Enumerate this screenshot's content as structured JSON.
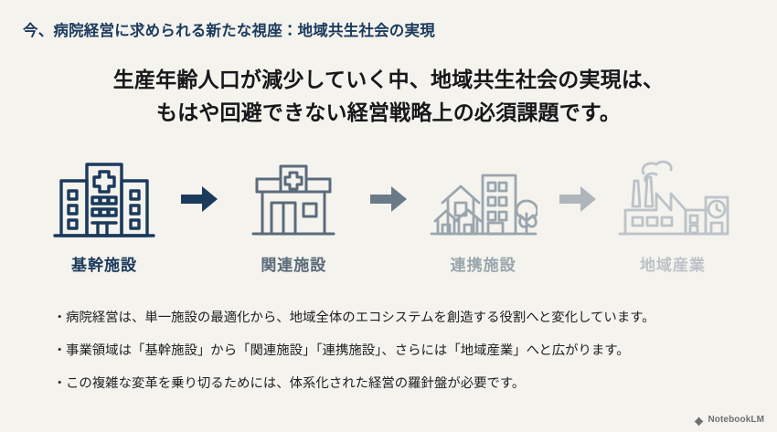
{
  "slide": {
    "title": "今、病院経営に求められる新たな視座：地域共生社会の実現",
    "headline_line1": "生産年齢人口が減少していく中、地域共生社会の実現は、",
    "headline_line2": "もはや回避できない経営戦略上の必須課題です。",
    "background_color": "#f4f3ee",
    "title_color": "#1b3a5c",
    "headline_color": "#16181a"
  },
  "flow": {
    "steps": [
      {
        "label": "基幹施設",
        "icon": "hospital-icon",
        "color": "#1b3a5c"
      },
      {
        "label": "関連施設",
        "icon": "clinic-icon",
        "color": "#5b6b7a"
      },
      {
        "label": "連携施設",
        "icon": "community-houses-icon",
        "color": "#9aa5ad"
      },
      {
        "label": "地域産業",
        "icon": "factory-icon",
        "color": "#bcc3c8"
      }
    ],
    "arrows": [
      {
        "icon": "arrow-right-icon",
        "color": "#1b3a5c"
      },
      {
        "icon": "arrow-right-icon",
        "color": "#6b7a87"
      },
      {
        "icon": "arrow-right-icon",
        "color": "#aeb6bc"
      }
    ]
  },
  "bullets": {
    "marker": "・",
    "items": [
      "病院経営は、単一施設の最適化から、地域全体のエコシステムを創造する役割へと変化しています。",
      "事業領域は「基幹施設」から「関連施設」「連携施設」、さらには「地域産業」へと広がります。",
      "この複雑な変革を乗り切るためには、体系化された経営の羅針盤が必要です。"
    ]
  },
  "footer": {
    "brand": "NotebookLM",
    "logo_icon": "notebooklm-logo-icon"
  }
}
